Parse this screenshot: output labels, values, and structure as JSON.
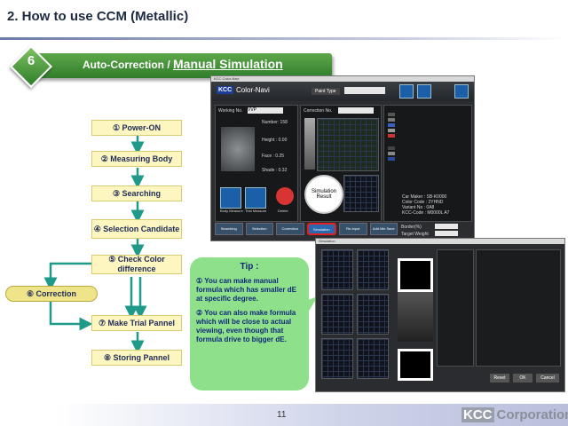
{
  "header": {
    "title": "2. How to use CCM  (Metallic)"
  },
  "banner": {
    "number": "6",
    "part1": "Auto-Correction",
    "separator": " / ",
    "part2": "Manual Simulation"
  },
  "flow": [
    {
      "label": "① Power-ON"
    },
    {
      "label": "② Measuring Body"
    },
    {
      "label": "③ Searching"
    },
    {
      "label": "④ Selection Candidate"
    },
    {
      "label": "⑤ Check Color difference"
    },
    {
      "label": "⑥ Correction"
    },
    {
      "label": "⑦ Make Trial Pannel"
    },
    {
      "label": "⑧ Storing Pannel"
    }
  ],
  "tip": {
    "title": "Tip :",
    "items": [
      "① You can make manual formula which has smaller dE at specific degree.",
      "② You can also make formula which will be close to actual viewing, even though that formula drive to bigger dE."
    ]
  },
  "app": {
    "window_title": "KCC Color-Navi",
    "logo": "KCC",
    "name": "Color-Navi",
    "paint_type_label": "Paint Type",
    "working_label": "Working No.",
    "working_value": "VVP",
    "number_label": "Number: 158",
    "height_label": "Height : 0.00",
    "face_label": "Face :  0.25",
    "shade_label": "Shade : 0.32",
    "correction_label": "Correction No.",
    "body_measure": "Body Measure",
    "trial_measure": "Trial Measure",
    "delete": "Delete",
    "sim_result": "Simulation Result",
    "tabs": [
      "Searching",
      "Selection",
      "Correction",
      "Simulation",
      "Re-Input",
      "Add Mix Save"
    ],
    "car_info": [
      "Car Maker : SB-K0000",
      "Color Code : 2YHND",
      "Variant No : 0A8",
      "KCC-Code : M0000L A7"
    ],
    "border_label": "Border(%)",
    "target_label": "Target Weight"
  },
  "sim": {
    "title": "Simulation",
    "buttons": [
      "Reset",
      "OK",
      "Cancel"
    ]
  },
  "footer": {
    "page": "11",
    "logo_mark": "KCC",
    "logo_text": "Corporation"
  },
  "colors": {
    "accent_green": "#2f7d2b",
    "tip_green": "#8fe08a",
    "arrow_green": "#1f9a8a",
    "box_yellow": "#fdf6c0",
    "highlight_red": "#e02020"
  }
}
